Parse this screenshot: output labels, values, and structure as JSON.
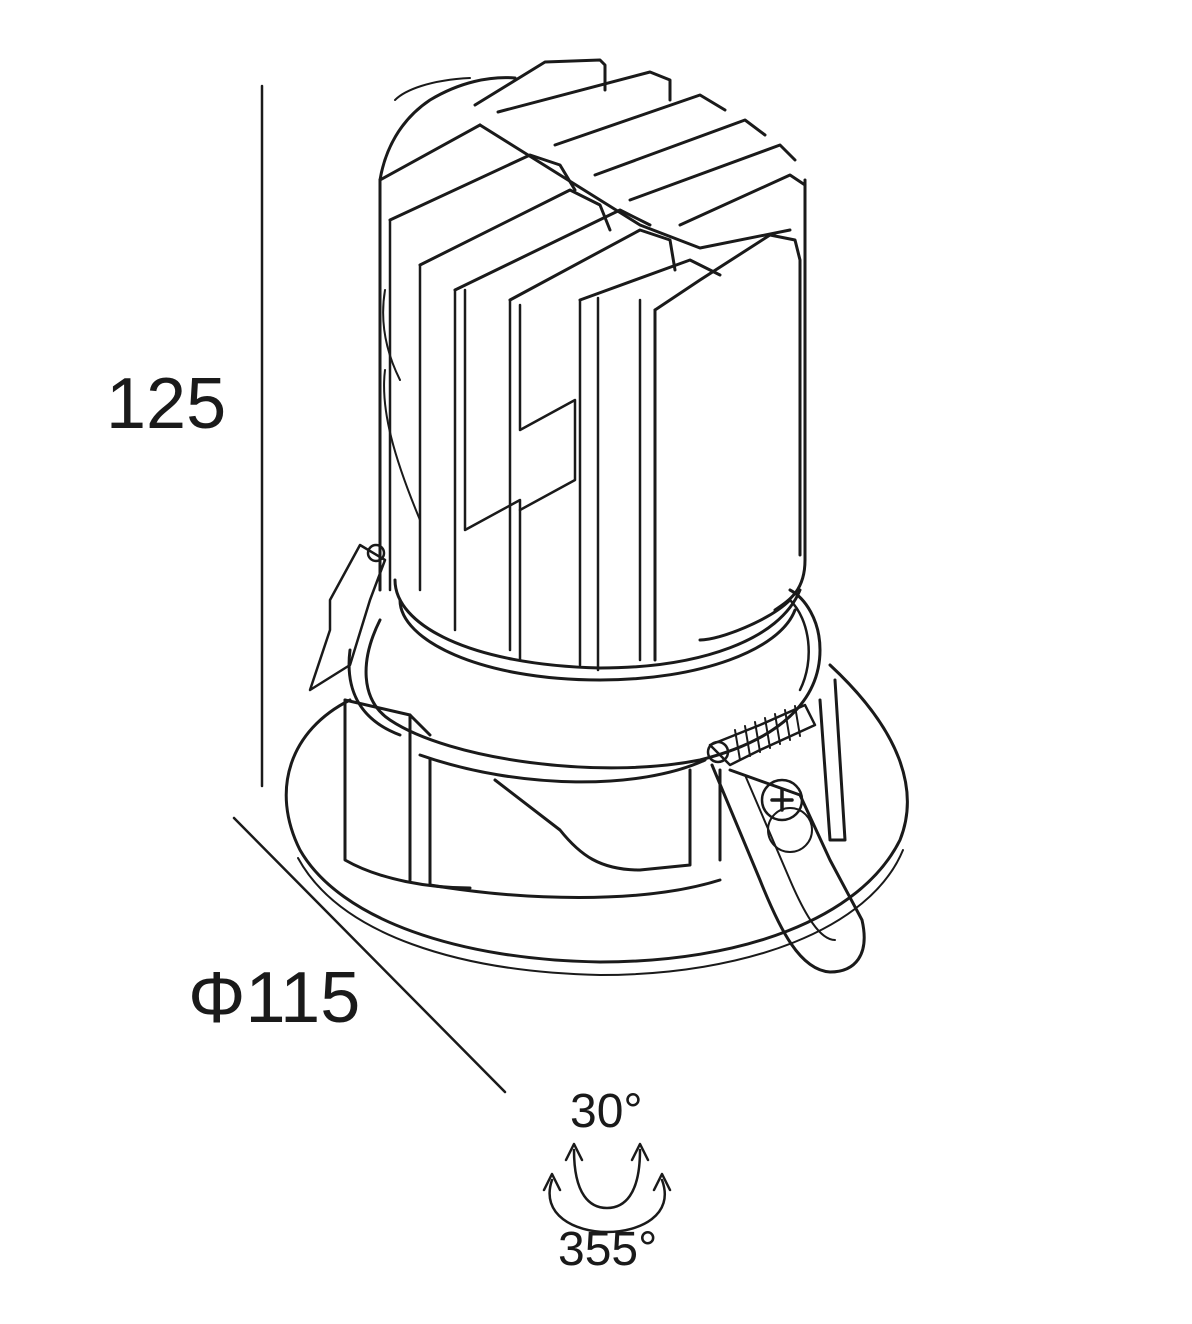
{
  "dimensions": {
    "height": "125",
    "diameter": "Φ115"
  },
  "adjustment": {
    "tilt": "30°",
    "rotation": "355°"
  }
}
